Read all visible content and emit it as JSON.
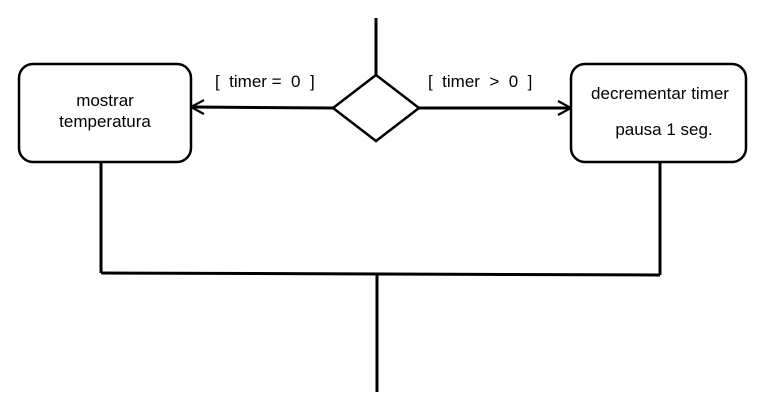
{
  "diagram": {
    "decision": {
      "shape": "diamond"
    },
    "branches": [
      {
        "guard": "[  timer =  0  ]"
      },
      {
        "guard": "[  timer  >  0  ]"
      }
    ],
    "actions": {
      "left": {
        "lines": [
          "mostrar",
          "temperatura"
        ]
      },
      "right": {
        "lines": [
          "decrementar timer",
          "pausa 1 seg."
        ]
      }
    },
    "colors": {
      "stroke": "#000000",
      "fill": "#ffffff"
    }
  }
}
